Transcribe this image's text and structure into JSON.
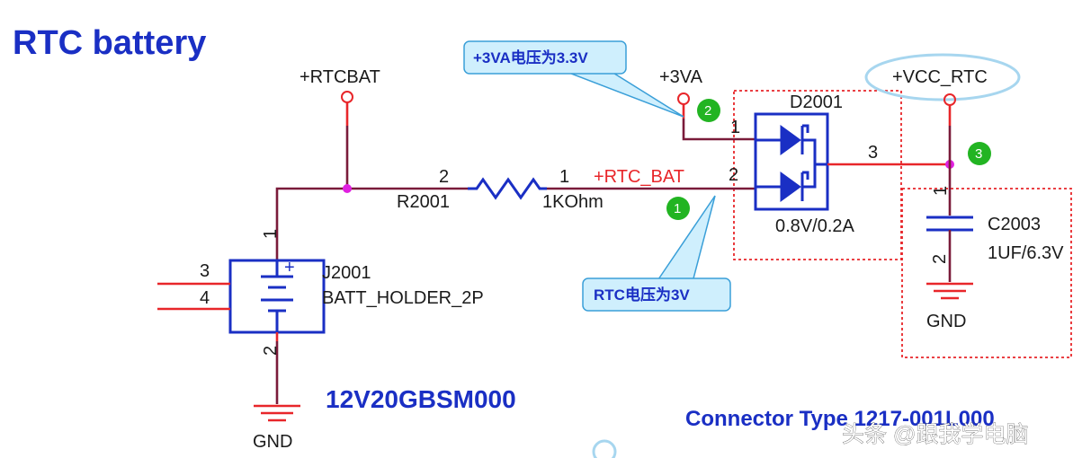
{
  "title": "RTC battery",
  "nets": {
    "rtcbat": "+RTCBAT",
    "va3": "+3VA",
    "vcc_rtc": "+VCC_RTC",
    "rtc_bat": "+RTC_BAT",
    "gnd_left": "GND",
    "gnd_right": "GND"
  },
  "resistor": {
    "ref": "R2001",
    "value": "1KOhm",
    "pin_left": "2",
    "pin_right": "1"
  },
  "diode": {
    "ref": "D2001",
    "rating": "0.8V/0.2A",
    "pin1": "1",
    "pin2": "2",
    "pin3": "3"
  },
  "capacitor": {
    "ref": "C2003",
    "value": "1UF/6.3V",
    "pin1": "1",
    "pin2": "2"
  },
  "battery": {
    "ref": "J2001",
    "name": "BATT_HOLDER_2P",
    "pin1": "1",
    "pin2": "2",
    "pin3": "3",
    "pin4": "4",
    "plus": "+"
  },
  "part_number": "12V20GBSM000",
  "connector_text": "Connector Type 1217-001L000",
  "callouts": {
    "va3_voltage": "+3VA电压为3.3V",
    "rtc_voltage": "RTC电压为3V"
  },
  "badges": [
    "1",
    "2",
    "3"
  ],
  "watermark": "头条 @跟我学电脑",
  "colors": {
    "wire": "#7a1b3a",
    "wire_red": "#e8262a",
    "component": "#1a2fc4",
    "junction": "#e020e0",
    "badge": "#22b422",
    "callout_fill": "#cfeffd",
    "callout_border": "#3a9fd8"
  }
}
